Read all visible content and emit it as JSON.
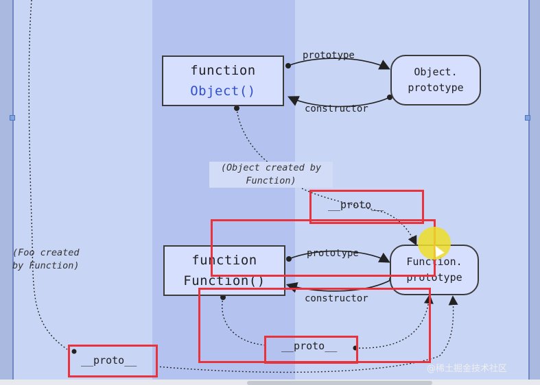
{
  "nodes": {
    "object_fn": {
      "line1": "function",
      "line2": "Object()"
    },
    "object_proto": {
      "line1": "Object.",
      "line2": "prototype"
    },
    "function_fn": {
      "line1": "function",
      "line2": "Function()"
    },
    "function_proto": {
      "line1": "Function.",
      "line2": "prototype"
    }
  },
  "labels": {
    "prototype_top": "prototype",
    "constructor_top": "constructor",
    "prototype_mid": "prototype",
    "constructor_mid": "constructor",
    "proto_1": "__proto__",
    "proto_2": "__proto__",
    "proto_3": "__proto__"
  },
  "notes": {
    "object_created_line1": "(Object created by",
    "object_created_line2": "Function)",
    "foo_created_line1": "(Foo created",
    "foo_created_line2": "by Function)"
  },
  "watermark": "@稀土掘金技术社区",
  "colors": {
    "highlight_red": "#e8323c",
    "keyword_blue": "#2f4fd1"
  }
}
